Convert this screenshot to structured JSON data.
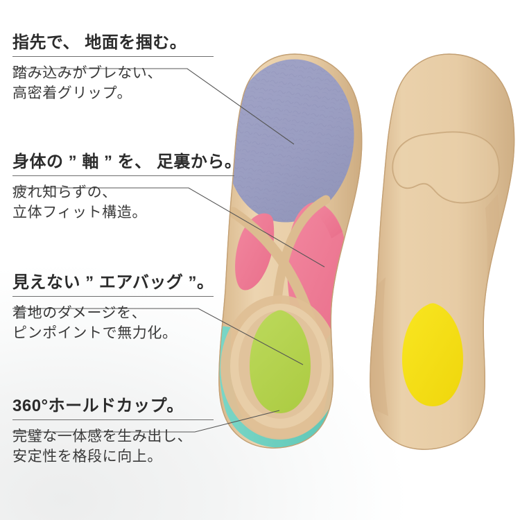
{
  "page": {
    "background_color": "#fafbfb",
    "text_color": "#2b2b2b"
  },
  "features": [
    {
      "headline": "指先で、 地面を掴む。",
      "body": "踏み込みがブレない、\n高密着グリップ。",
      "target_region": "toe-pad",
      "target_color": "#9b9ec2"
    },
    {
      "headline": "身体の ” 軸 ” を、 足裏から。",
      "body": "疲れ知らずの、\n立体フィット構造。",
      "target_region": "arch-support",
      "target_color": "#ef7a94"
    },
    {
      "headline": "見えない ” エアバッグ ”。",
      "body": "着地のダメージを、\nピンポイントで無力化。",
      "target_region": "heel-airbag",
      "target_color": "#b5d44f"
    },
    {
      "headline": "360°ホールドカップ。",
      "body": "完璧な一体感を生み出し、\n安定性を格段に向上。",
      "target_region": "heel-cup-rim",
      "target_color": "#6ecfc0"
    }
  ],
  "product": {
    "left_insole_label": "top-view-insole",
    "right_insole_label": "bottom-view-insole",
    "colors": {
      "base_tan": "#e3c49a",
      "base_tan_light": "#ecd3ae",
      "base_tan_dark": "#cfae84",
      "toe_purple": "#9b9ec2",
      "arch_pink": "#ef7a94",
      "heel_green": "#b5d44f",
      "heel_cup_teal": "#6ecfc0",
      "heel_yellow": "#f6e016",
      "underside_tan": "#e6c8a2"
    }
  }
}
